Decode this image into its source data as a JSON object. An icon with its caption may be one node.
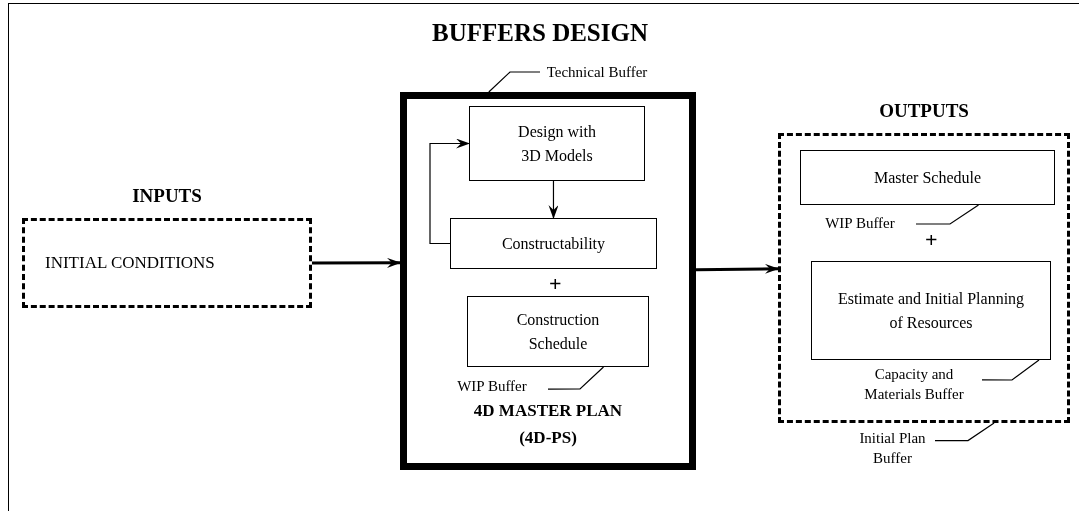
{
  "diagram": {
    "title": "BUFFERS DESIGN",
    "nodes": [
      {
        "text": [
          "INPUTS",
          "INITIAL CONDITIONS"
        ]
      },
      {
        "text": [
          "4D MASTER PLAN (4D-PS)"
        ]
      },
      {
        "text": [
          "Design with 3D Models"
        ],
        "in": 1
      },
      {
        "text": [
          "Constructability"
        ],
        "in": 1
      },
      {
        "text": [
          "Construction Schedule"
        ],
        "in": 1
      },
      {
        "text": [
          "WIP Buffer"
        ],
        "in": 1
      },
      {
        "text": [
          "Technical Buffer"
        ]
      },
      {
        "text": [
          "OUTPUTS"
        ]
      },
      {
        "text": [
          "Master Schedule"
        ],
        "in": 7
      },
      {
        "text": [
          "WIP Buffer"
        ],
        "in": 7
      },
      {
        "text": [
          "Estimate and Initial Planning of Resources"
        ],
        "in": 7
      },
      {
        "text": [
          "Capacity and Materials Buffer"
        ],
        "in": 7
      },
      {
        "text": [
          "Initial Plan Buffer"
        ]
      }
    ],
    "edges": [
      {
        "from": 0,
        "to": 1,
        "arrow": "to",
        "style": "thick"
      },
      {
        "from": 1,
        "to": 7,
        "arrow": "to",
        "style": "thick"
      },
      {
        "from": 2,
        "to": 3,
        "arrow": "to"
      },
      {
        "from": 3,
        "to": 2,
        "arrow": "to"
      },
      {
        "from": 5,
        "to": 4,
        "arrow": "none"
      },
      {
        "from": 6,
        "to": 1,
        "arrow": "none"
      },
      {
        "from": 9,
        "to": 8,
        "arrow": "none"
      },
      {
        "from": 11,
        "to": 10,
        "arrow": "none"
      },
      {
        "from": 12,
        "to": 7,
        "arrow": "none"
      }
    ],
    "labels": [
      "+",
      "+"
    ]
  }
}
